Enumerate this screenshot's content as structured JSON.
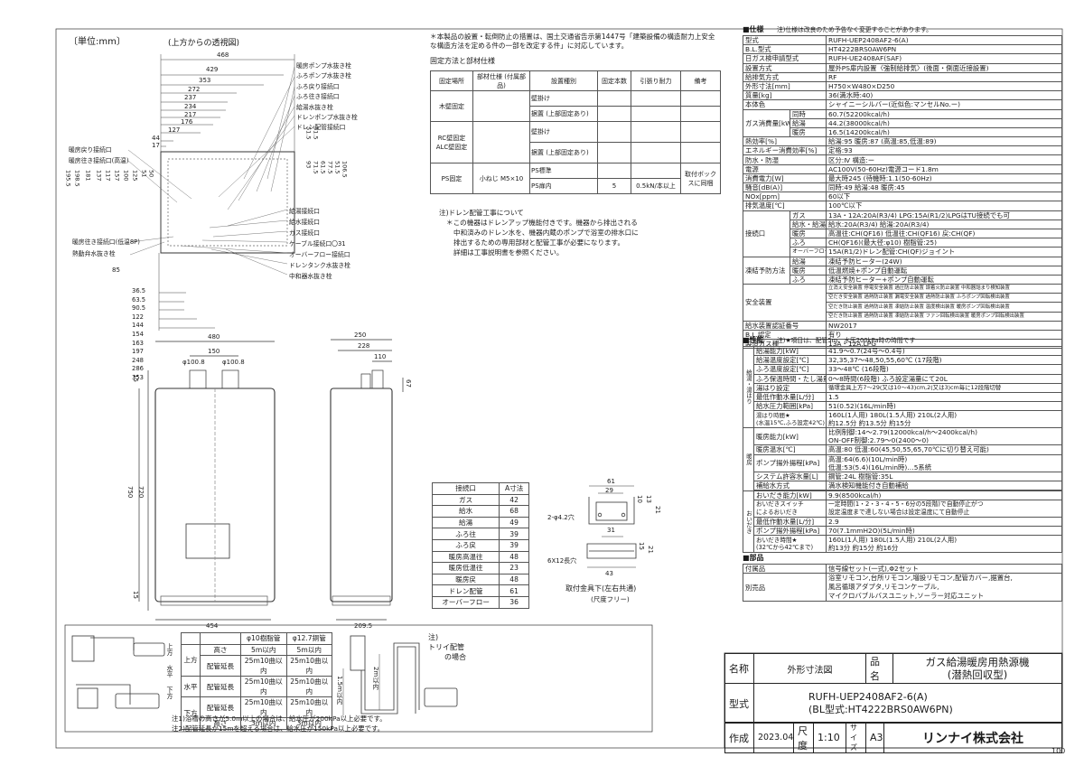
{
  "unit_label": "〔単位:mm〕",
  "top_view_label": "(上方からの透視図)",
  "top_dims": [
    "468",
    "429",
    "353",
    "272",
    "237",
    "234",
    "217",
    "176",
    "127",
    "44",
    "17"
  ],
  "right_labels": [
    "暖房ポンプ水抜き栓",
    "ふろポンプ水抜き栓",
    "ふろ戻り接続口",
    "ふろ往き接続口",
    "給湯水抜き栓",
    "ドレンポンプ水抜き栓",
    "ドレン配管接続口"
  ],
  "left_labels": [
    "暖房戻り接続口",
    "暖房往き接続口(高温)"
  ],
  "left_labels_lower": [
    "暖房往き接続口(低温8P)",
    "熱動弁水抜き栓"
  ],
  "right_labels_lower": [
    "給湯接続口",
    "給水接続口",
    "ガス接続口",
    "ケーブル接続口",
    "オーバーフロー接続口",
    "ドレンタンク水抜き栓",
    "中和器水抜き栓"
  ],
  "cable_dim": "31",
  "left_vdims": [
    "125",
    "100",
    "157",
    "117",
    "137",
    "181",
    "198.5",
    "195.5"
  ],
  "right_vdims": [
    "51.5",
    "31.5",
    "93",
    "71.5",
    "61.5",
    "77.5",
    "51.5",
    "106.5",
    "115"
  ],
  "bottom_dims": [
    "36.5",
    "63.5",
    "90.5",
    "122",
    "144",
    "154",
    "163",
    "197",
    "248",
    "286",
    "353"
  ],
  "left_small": [
    "51",
    "50",
    "85"
  ],
  "front_dims": {
    "width": "480",
    "mid": "150",
    "d1": "φ100.8",
    "d2": "φ100.8",
    "h1": "750",
    "h2": "720",
    "top": "15",
    "bot": "15",
    "base": "454"
  },
  "side_dims": {
    "w": "250",
    "w2": "228",
    "w3": "110",
    "h": "67",
    "base": "209.5"
  },
  "notice": "＊本製品の設置・転倒防止の措置は、国土交通省告示第1447号「建築設備の構造耐力上安全な構造方法を定める件の一部を改定する件」に対応しています。",
  "fix_title": "固定方法と部材仕様",
  "fix_headers": [
    "固定場所",
    "部材仕様\n(付属部品)",
    "設置種別",
    "固定本数",
    "引張り耐力",
    "備考"
  ],
  "fix_rows": [
    {
      "place": "木壁固定",
      "kind1": "壁掛け",
      "kind2": "据置 (上部固定あり)"
    },
    {
      "place": "RC壁固定\nALC壁固定",
      "kind1": "壁掛け",
      "kind2": "据置 (上部固定あり)"
    },
    {
      "place": "PS固定",
      "material": "小ねじ\nM5×10",
      "kind1": "PS標準",
      "kind2": "PS扉内",
      "count": "5",
      "force": "0.5kN/本以上",
      "remark": "取付ボックスに同梱"
    }
  ],
  "drain_note": [
    "注)ドレン配管工事について",
    "＊この機器はドレンアップ機能付きです。機器から排出される",
    "中和済みのドレン水を、機器内蔵のポンプで浴室の排水口に",
    "排出するための専用部材と配管工事が必要になります。",
    "詳細は工事説明書を参照ください。"
  ],
  "dim_table": {
    "headers": [
      "接続口",
      "A寸法"
    ],
    "rows": [
      [
        "ガス",
        "42"
      ],
      [
        "給水",
        "68"
      ],
      [
        "給湯",
        "49"
      ],
      [
        "ふろ往",
        "39"
      ],
      [
        "ふろ戻",
        "39"
      ],
      [
        "暖房高温往",
        "48"
      ],
      [
        "暖房低温往",
        "23"
      ],
      [
        "暖房戻",
        "48"
      ],
      [
        "ドレン配管",
        "61"
      ],
      [
        "オーバーフロー",
        "36"
      ]
    ]
  },
  "bracket": {
    "w": "61",
    "w2": "29",
    "h1": "10",
    "h2": "13",
    "h3": "21",
    "holes": "2-φ4.2穴",
    "d1": "31",
    "slots": "6X12長穴",
    "d2": "43",
    "h4": "15",
    "h5": "21",
    "caption": "取付金具下(左右共通)",
    "caption2": "(尺度フリー)"
  },
  "spec_title": "■仕様",
  "spec_note": "注)仕様は改良のため予告なく変更することがあります。",
  "spec_rows": [
    [
      "型式",
      "RUFH-UEP2408AF2-6(A)"
    ],
    [
      "B.L.型式",
      "HT4222BRS0AW6PN"
    ],
    [
      "日ガス検申請型式",
      "RUFH-UE2408AF(SAF)"
    ],
    [
      "設置方式",
      "屋外PS扉内設置〈強制給排気〉(後面・側面近接設置)"
    ],
    [
      "給排気方式",
      "RF"
    ],
    [
      "外形寸法[mm]",
      "H750×W480×D250"
    ],
    [
      "質量[kg]",
      "36(満水時:40)"
    ],
    [
      "本体色",
      "シャイニーシルバー(近似色:マンセルNo.ー)"
    ]
  ],
  "gas_consumption": {
    "label": "ガス消費量[kW]",
    "rows": [
      [
        "同時",
        "60.7(52200kcal/h)"
      ],
      [
        "給湯",
        "44.2(38000kcal/h)"
      ],
      [
        "暖房",
        "16.5(14200kcal/h)"
      ]
    ]
  },
  "spec_rows2": [
    [
      "熱効率[%]",
      "給湯:95 暖房:87 (高温:85,低温:89)"
    ],
    [
      "エネルギー消費効率[%]",
      "定格:93"
    ],
    [
      "防水・防湿",
      "区分:Ⅳ 構造:ー"
    ],
    [
      "電源",
      "AC100V(50-60Hz)電源コード1.8m"
    ],
    [
      "消費電力[W]",
      "最大時245 (待機時:1.1(50-60Hz)"
    ],
    [
      "騒音[dB(A)]",
      "同時:49 給湯:48 暖房:45"
    ],
    [
      "NOx[ppm]",
      "60以下"
    ],
    [
      "排気温度[℃]",
      "100℃以下"
    ]
  ],
  "connections": {
    "label": "接続口",
    "rows": [
      [
        "ガス",
        "13A・12A:20A(R3/4) LPG:15A(R1/2)LPGはTU接続でも可"
      ],
      [
        "給水・給湯",
        "給水:20A(R3/4) 給湯:20A(R3/4)"
      ],
      [
        "暖房",
        "高温往:CH(QF16) 低温往:CH(QF16) 戻:CH(QF)"
      ],
      [
        "ふろ",
        "CH(QF16)(最大径:φ10) 樹脂管:25)"
      ],
      [
        "オーバーフロー",
        "15A(R1/2)ドレン配管:CH(QF)ジョイント"
      ]
    ]
  },
  "freeze": {
    "label": "凍結予防方法",
    "rows": [
      [
        "給湯",
        "凍結予防ヒーター(24W)"
      ],
      [
        "暖房",
        "低温燃焼+ポンプ自動運転"
      ],
      [
        "ふろ",
        "凍結予防ヒーター+ポンプ自動運転"
      ]
    ]
  },
  "safety": {
    "label": "安全装置",
    "lines": [
      "立消え安全装置 停電安全装置 過圧防止装置 誤着火防止装置 中和器詰まり検知装置",
      "空だき安全装置 過熱防止装置 漏電安全装置 過熱防止装置 ふろポンプ回転検出装置",
      "空だき防止装置 過熱防止装置 凍結防止装置 温度検出装置 暖房ポンプ回転検出装置",
      "空だき防止装置 過熱防止装置 凍結防止装置 ファン回転検出装置 暖房ポンプ回転検出装置"
    ]
  },
  "spec_rows3": [
    [
      "給水装置認証番号",
      "NW2017"
    ],
    [
      "B.L.認定",
      "有り"
    ],
    [
      "製造ガス種",
      "13A・12A,LPG"
    ]
  ],
  "perf_title": "■性能",
  "perf_note": "注)★項目は、配管5m、水圧200kPa時の時間です",
  "perf_hot": {
    "label": "給湯・湯はり",
    "rows": [
      [
        "給湯能力[kW]",
        "41.9～0.7(24号～0.4号)"
      ],
      [
        "給湯温度設定[℃]",
        "32,35,37～48,50,55,60℃ (17段階)"
      ],
      [
        "ふろ温度設定[℃]",
        "33～48℃ (16段階)"
      ],
      [
        "ふろ保温時間・たし湯量",
        "0～8時間(6段階) ふろ設定湯量にて20L"
      ],
      [
        "湯はり設定",
        "循環金具上方7～29(又は10～43)cm,2(又は3)cm毎に12段階切替"
      ],
      [
        "最低作動水量[L/分]",
        "1.5"
      ],
      [
        "給水圧力範囲[kPa]",
        "51(0.52)(16L/min時)"
      ],
      [
        "湯はり時間★\n(水温15℃,ふろ設定42℃)",
        "160L(1人用) 180L(1.5人用) 210L(2人用)\n約12.5分 約13.5分 約15分"
      ]
    ]
  },
  "perf_heat": {
    "label": "暖房",
    "rows": [
      [
        "暖房能力[kW]",
        "比例制御:14～2.79(12000kcal/h～2400kcal/h)\nON-OFF制御:2.79～0(2400～0)"
      ],
      [
        "暖房温水[℃]",
        "高温:80 低温:60(45,50,55,65,70℃に切り替え可能)"
      ],
      [
        "ポンプ揚外揚程[kPa]",
        "高温:64(6.6)(10L/min時)\n低温:53(5.4)(16L/min時)…5系統"
      ],
      [
        "システム許容水量[L]",
        "鋼管:24L 樹脂管:35L"
      ],
      [
        "補給水方式",
        "満水検知機能付き自動補給"
      ]
    ]
  },
  "perf_bath": {
    "label": "おいだき",
    "rows": [
      [
        "おいだき能力[kW]",
        "9.9(8500kcal/h)"
      ],
      [
        "おいだきスイッチ\nによるおいだき",
        "一定時間(1・2・3・4・5・6分の5段階)で自動停止がつ\n設定温度まで達しない場合は設定温度にて自動停止"
      ],
      [
        "最低作動水量[L/分]",
        "2.9"
      ],
      [
        "ポンプ揚外揚程[kPa]",
        "70(7.1mmH2O)(5L/min時)"
      ],
      [
        "おいだき時間★\n(32℃から42℃まで)",
        "160L(1人用) 180L(1.5人用) 210L(2人用)\n約13分 約15分 約16分"
      ]
    ]
  },
  "parts_title": "■部品",
  "parts_rows": [
    [
      "付属品",
      "信号線セット(一式),Φ2セット"
    ],
    [
      "別売品",
      "浴室リモコン,台所リモコン,増設リモコン,配管カバー,据置台,\n風呂循環アダプタ,リモコンケーブル,\nマイクロバブルバスユニット,ソーラー対応ユニット"
    ]
  ],
  "pipe_table": {
    "headers": [
      "",
      "",
      "φ10樹脂管",
      "φ12.7銅管"
    ],
    "rows": [
      [
        "上方",
        "高さ",
        "5m以内",
        "5m以内"
      ],
      [
        "上方",
        "配管延長",
        "25m10曲以内",
        "25m10曲以内"
      ],
      [
        "水平",
        "配管延長",
        "25m10曲以内",
        "25m10曲以内"
      ],
      [
        "下方",
        "配管延長",
        "25m10曲以内",
        "25m10曲以内"
      ],
      [
        "下方",
        "高さ",
        "3m以内",
        "3m以内"
      ]
    ],
    "labels": [
      "上方",
      "水平",
      "下方"
    ]
  },
  "pipe_notes": [
    "注1)浴槽の高さが5.0m以上の場合は、給水圧が200kPa以上必要です。",
    "注2)配管延長が15mを超える場合は、給水圧が150kPa以上必要です。"
  ],
  "trap_note": [
    "注)",
    "トリイ配管",
    "の場合"
  ],
  "trap_dims": [
    "1.5m以内",
    "2m以内"
  ],
  "title_block": {
    "name_label": "名称",
    "name_value": "外形寸法図",
    "hinmei_label": "品名",
    "hinmei_value": "ガス給湯暖房用熱源機\n(潜熱回収型)",
    "model_label": "型式",
    "model_value": "RUFH-UEP2408AF2-6(A)\n(BL型式:HT4222BRS0AW6PN)",
    "made_label": "作成",
    "date": "2023.04",
    "scale_label": "尺度",
    "scale": "1:10",
    "size_label": "サイズ",
    "size": "A3",
    "company": "リンナイ株式会社"
  },
  "page_number": "100"
}
